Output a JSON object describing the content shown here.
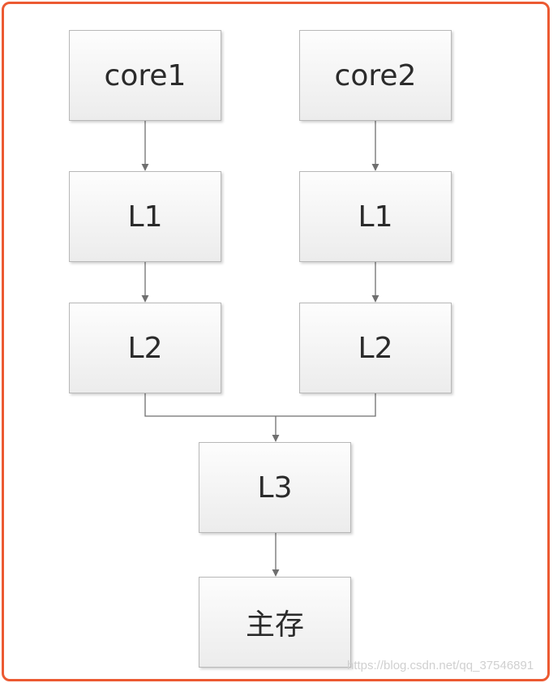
{
  "diagram": {
    "nodes": {
      "core1": "core1",
      "core2": "core2",
      "l1_left": "L1",
      "l1_right": "L1",
      "l2_left": "L2",
      "l2_right": "L2",
      "l3": "L3",
      "memory": "主存"
    },
    "watermark": "https://blog.csdn.net/qq_37546891"
  },
  "colors": {
    "frame_border": "#ec5a32",
    "node_border": "#b8b8b8",
    "edge": "#6f6f6f"
  }
}
